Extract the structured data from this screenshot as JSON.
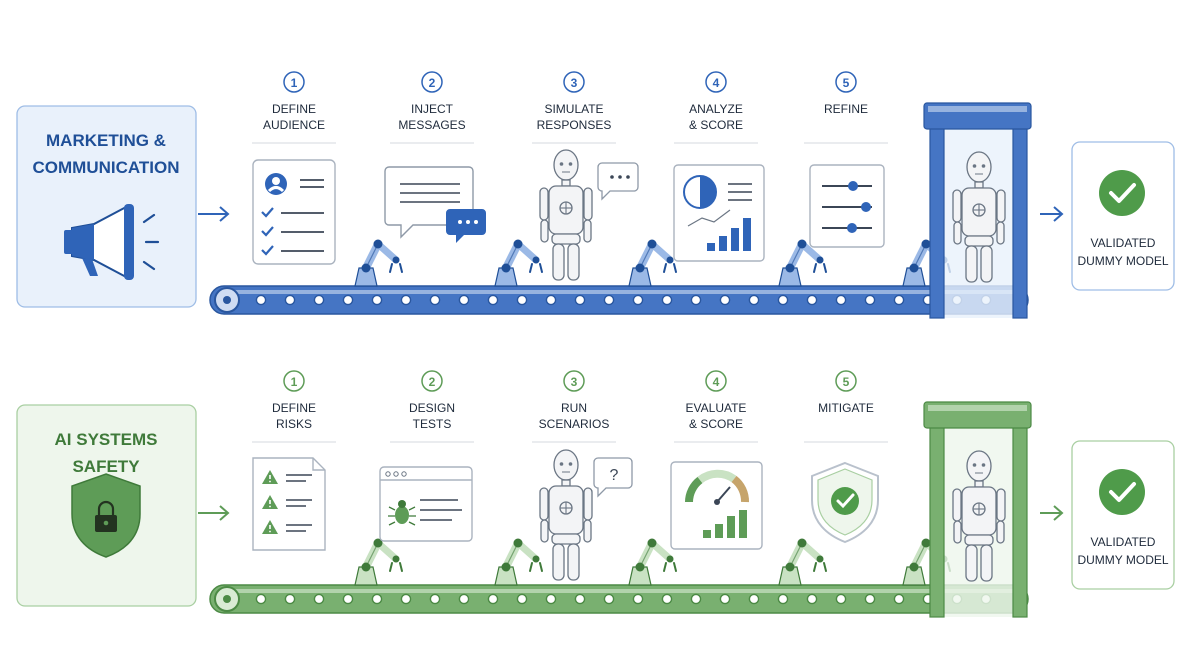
{
  "colors": {
    "blue": "#2f64b8",
    "blue_dark": "#1f4f97",
    "blue_light": "#e9f1fb",
    "blue_stroke": "#9fbde6",
    "green": "#5e9c57",
    "green_dark": "#3f7a3a",
    "green_light": "#eef6ec",
    "green_stroke": "#a9cfa2",
    "check": "#4f9b4a",
    "gauge_gold": "#c6a46b",
    "ink": "#1e2a3b",
    "gray": "#8c96a3"
  },
  "rows": [
    {
      "theme": "blue",
      "source": {
        "title_lines": [
          "MARKETING &",
          "COMMUNICATION"
        ],
        "icon": "megaphone-icon"
      },
      "steps": [
        {
          "number": "1",
          "label_lines": [
            "DEFINE",
            "AUDIENCE"
          ],
          "icon": "audience-checklist-icon"
        },
        {
          "number": "2",
          "label_lines": [
            "INJECT",
            "MESSAGES"
          ],
          "icon": "message-bubbles-icon"
        },
        {
          "number": "3",
          "label_lines": [
            "SIMULATE",
            "RESPONSES"
          ],
          "icon": "dummy-speech-icon"
        },
        {
          "number": "4",
          "label_lines": [
            "ANALYZE",
            "& SCORE"
          ],
          "icon": "analytics-chart-icon"
        },
        {
          "number": "5",
          "label_lines": [
            "REFINE"
          ],
          "icon": "sliders-icon"
        }
      ],
      "result": {
        "label_lines": [
          "VALIDATED",
          "DUMMY MODEL"
        ],
        "icon": "check-circle-icon"
      }
    },
    {
      "theme": "green",
      "source": {
        "title_lines": [
          "AI SYSTEMS",
          "SAFETY"
        ],
        "icon": "shield-lock-icon"
      },
      "steps": [
        {
          "number": "1",
          "label_lines": [
            "DEFINE",
            "RISKS"
          ],
          "icon": "risk-list-icon"
        },
        {
          "number": "2",
          "label_lines": [
            "DESIGN",
            "TESTS"
          ],
          "icon": "bug-test-window-icon"
        },
        {
          "number": "3",
          "label_lines": [
            "RUN",
            "SCENARIOS"
          ],
          "icon": "dummy-question-icon"
        },
        {
          "number": "4",
          "label_lines": [
            "EVALUATE",
            "& SCORE"
          ],
          "icon": "gauge-chart-icon"
        },
        {
          "number": "5",
          "label_lines": [
            "MITIGATE"
          ],
          "icon": "shield-check-icon"
        }
      ],
      "result": {
        "label_lines": [
          "VALIDATED",
          "DUMMY MODEL"
        ],
        "icon": "check-circle-icon"
      }
    }
  ]
}
